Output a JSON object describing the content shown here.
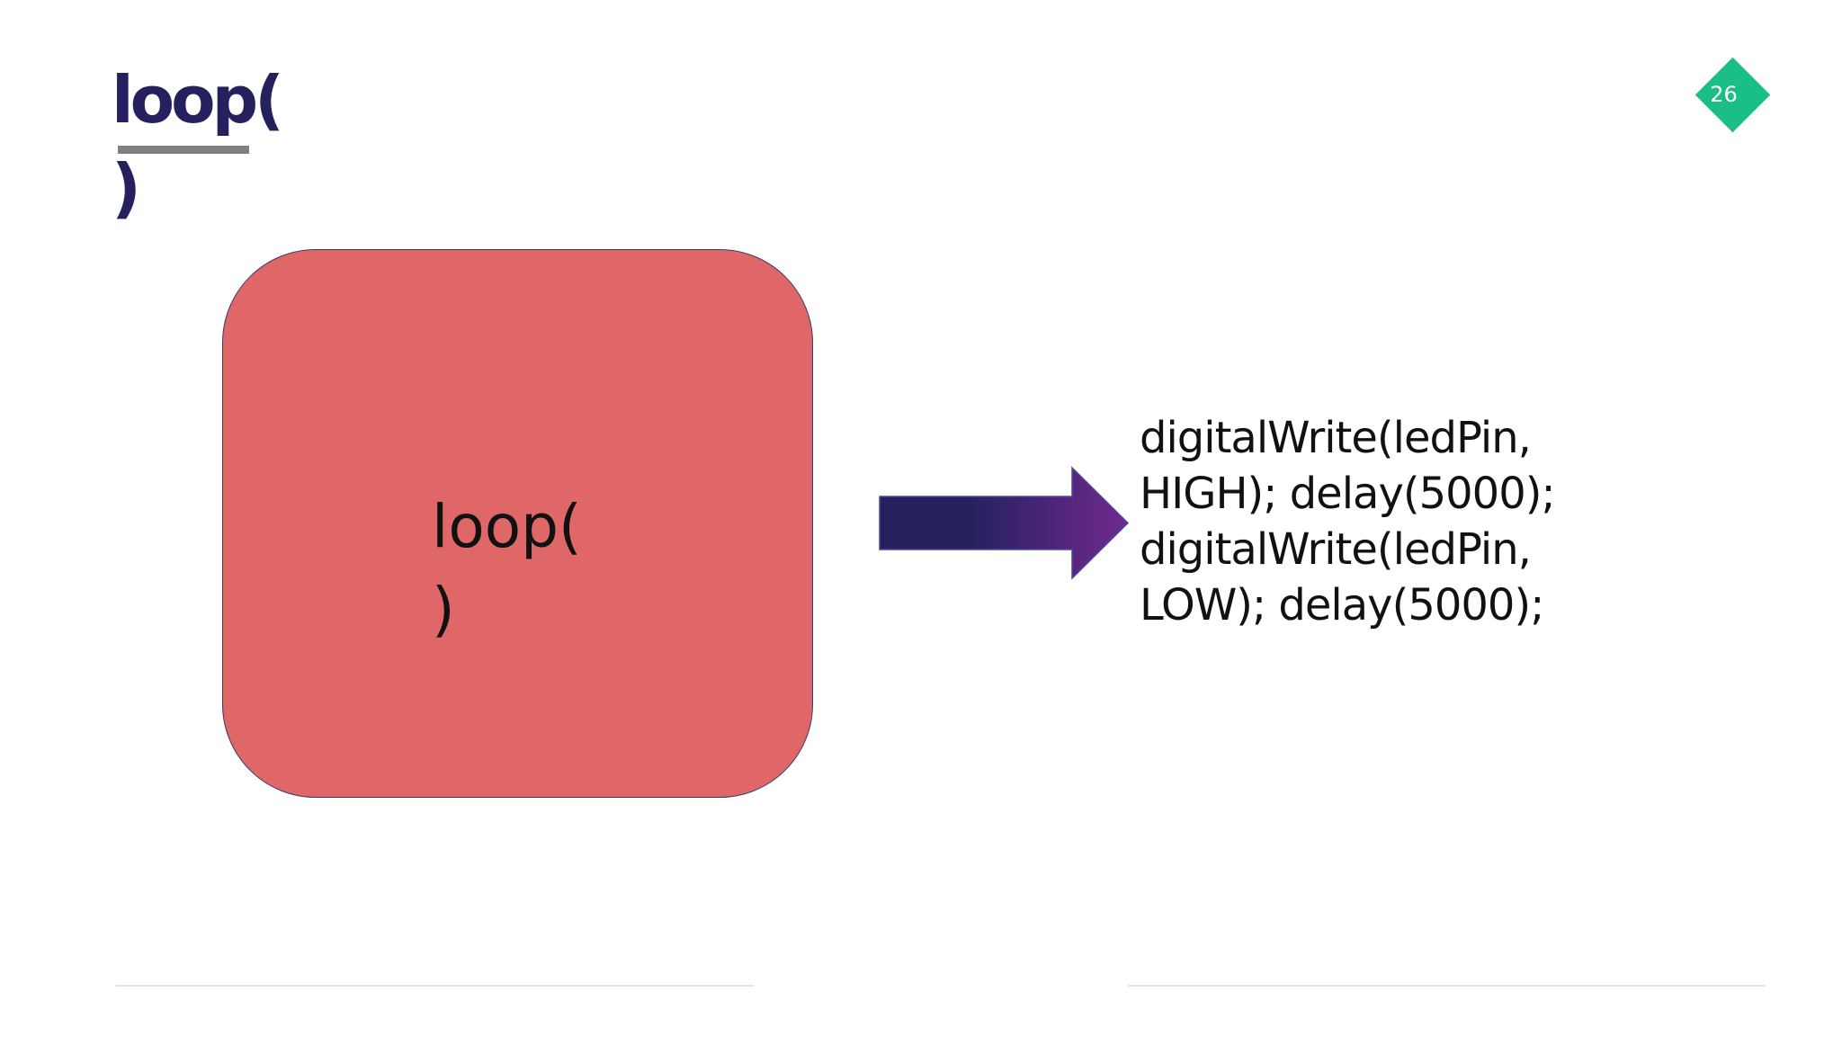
{
  "slide": {
    "title": "loop(\n)",
    "page_number": "26"
  },
  "diagram": {
    "box_label": "loop(\n)",
    "code_text": "digitalWrite(ledPin, HIGH); delay(5000); digitalWrite(ledPin, LOW); delay(5000);"
  },
  "colors": {
    "title": "#25215e",
    "title_rule": "#808080",
    "badge": "#1abf85",
    "box_fill": "#e06767",
    "arrow_start": "#25215e",
    "arrow_end": "#70298f"
  }
}
